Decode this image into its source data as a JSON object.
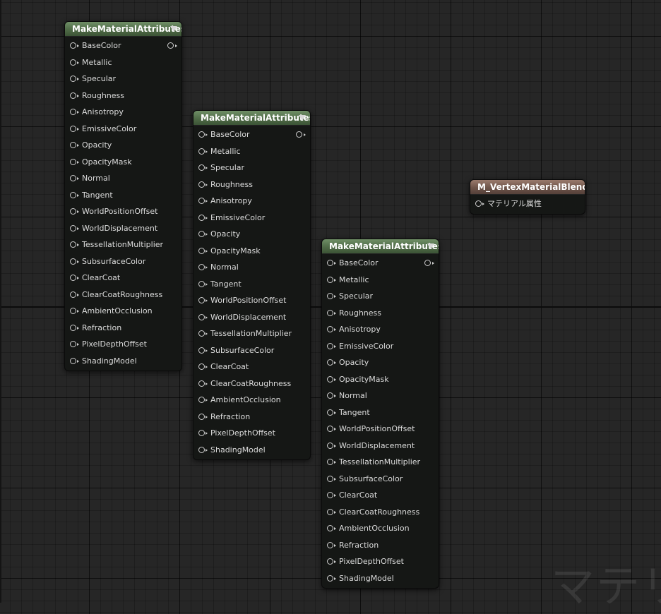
{
  "nodes": [
    {
      "title": "MakeMaterialAttributes",
      "inputs": [
        "BaseColor",
        "Metallic",
        "Specular",
        "Roughness",
        "Anisotropy",
        "EmissiveColor",
        "Opacity",
        "OpacityMask",
        "Normal",
        "Tangent",
        "WorldPositionOffset",
        "WorldDisplacement",
        "TessellationMultiplier",
        "SubsurfaceColor",
        "ClearCoat",
        "ClearCoatRoughness",
        "AmbientOcclusion",
        "Refraction",
        "PixelDepthOffset",
        "ShadingModel"
      ]
    },
    {
      "title": "MakeMaterialAttributes",
      "inputs": [
        "BaseColor",
        "Metallic",
        "Specular",
        "Roughness",
        "Anisotropy",
        "EmissiveColor",
        "Opacity",
        "OpacityMask",
        "Normal",
        "Tangent",
        "WorldPositionOffset",
        "WorldDisplacement",
        "TessellationMultiplier",
        "SubsurfaceColor",
        "ClearCoat",
        "ClearCoatRoughness",
        "AmbientOcclusion",
        "Refraction",
        "PixelDepthOffset",
        "ShadingModel"
      ]
    },
    {
      "title": "MakeMaterialAttributes",
      "inputs": [
        "BaseColor",
        "Metallic",
        "Specular",
        "Roughness",
        "Anisotropy",
        "EmissiveColor",
        "Opacity",
        "OpacityMask",
        "Normal",
        "Tangent",
        "WorldPositionOffset",
        "WorldDisplacement",
        "TessellationMultiplier",
        "SubsurfaceColor",
        "ClearCoat",
        "ClearCoatRoughness",
        "AmbientOcclusion",
        "Refraction",
        "PixelDepthOffset",
        "ShadingModel"
      ]
    }
  ],
  "result_node": {
    "title": "M_VertexMaterialBlend",
    "input": "マテリアル属性"
  },
  "watermark": "マテリ",
  "colors": {
    "canvas": "#262626",
    "make_header": "#4f6b47",
    "result_header": "#6e5449",
    "node_body": "#151715",
    "pin_text": "#dcdcdc"
  },
  "icons": {
    "pin": "pin-socket-icon",
    "output": "output-pin-icon",
    "collapse": "collapse-arrow-icon"
  }
}
